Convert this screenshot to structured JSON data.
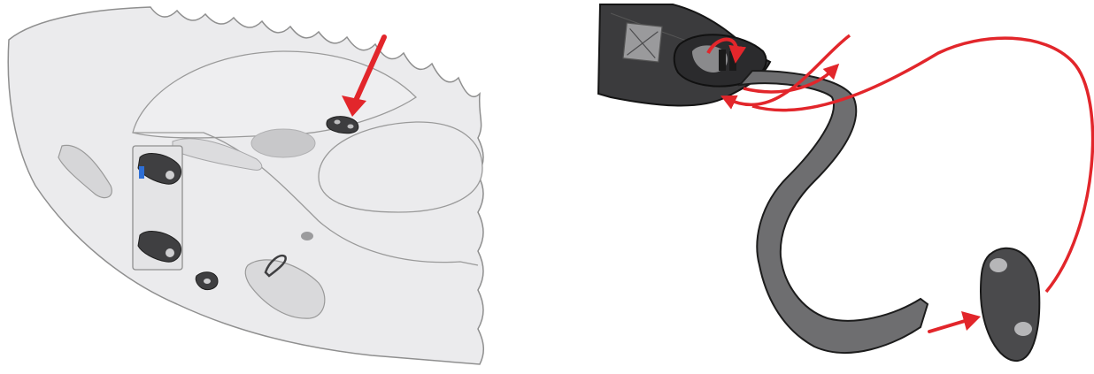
{
  "figure": {
    "panels": [
      {
        "id": "left",
        "depicts": "kayak-hull-with-deck-fittings",
        "callout": "red-arrow-pointing-to-deck-pad-eye"
      },
      {
        "id": "right",
        "depicts": "strap-threading-through-buckle-and-pad-eye",
        "callout": "red-arrows-showing-threading-path"
      }
    ],
    "colors": {
      "hull_fill": "#e9e9eb",
      "hull_outline": "#8c8c8c",
      "fitting_dark": "#3d3d3d",
      "strap_gray": "#6d6d6d",
      "strap_outline": "#1f1f1f",
      "arrow_red": "#e2262b"
    },
    "icons": [
      "arrow-icon",
      "pad-eye-icon",
      "strap-icon",
      "buckle-icon"
    ]
  }
}
